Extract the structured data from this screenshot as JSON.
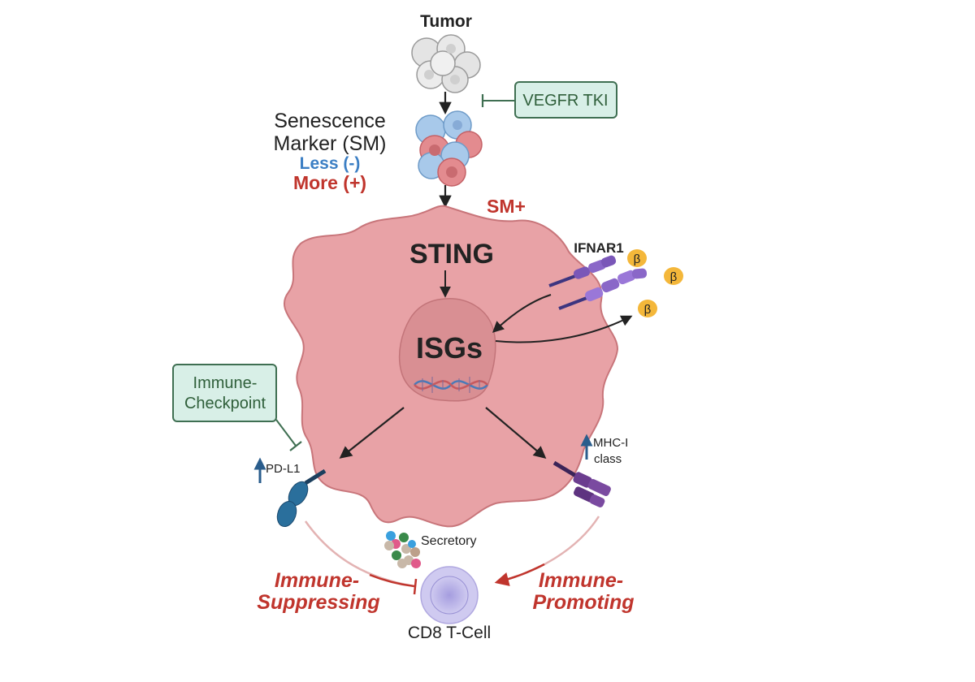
{
  "colors": {
    "cell_fill": "#e8a2a6",
    "cell_stroke": "#c8757a",
    "nucleus": "#d98f93",
    "sm_plus": "#c0352d",
    "less": "#3c7fc4",
    "more": "#c0352d",
    "drug_box_fill": "#d8efe7",
    "drug_box_stroke": "#3f6f52",
    "drug_text": "#2f5f3a",
    "receptor": "#7a57b8",
    "beta": "#f4b73a",
    "pdl1": "#2a6f9c",
    "mhc": "#6b3d8f",
    "arrow": "#222222",
    "red_arrow": "#c0352d",
    "up_arrow": "#2a5d8c",
    "tcell": "#b9b3e6"
  },
  "labels": {
    "tumor": "Tumor",
    "senescence_line1": "Senescence",
    "senescence_line2": "Marker (SM)",
    "less": "Less (-)",
    "more": "More (+)",
    "sm_plus": "SM+",
    "vegfr": "VEGFR TKI",
    "sting": "STING",
    "isgs": "ISGs",
    "ifnar1": "IFNAR1",
    "beta": "β",
    "checkpoint_line1": "Immune-",
    "checkpoint_line2": "Checkpoint",
    "pdl1": "PD-L1",
    "mhc_line1": "MHC-I",
    "mhc_line2": "class",
    "secretory": "Secretory",
    "suppressing_line1": "Immune-",
    "suppressing_line2": "Suppressing",
    "promoting_line1": "Immune-",
    "promoting_line2": "Promoting",
    "tcell": "CD8 T-Cell"
  }
}
